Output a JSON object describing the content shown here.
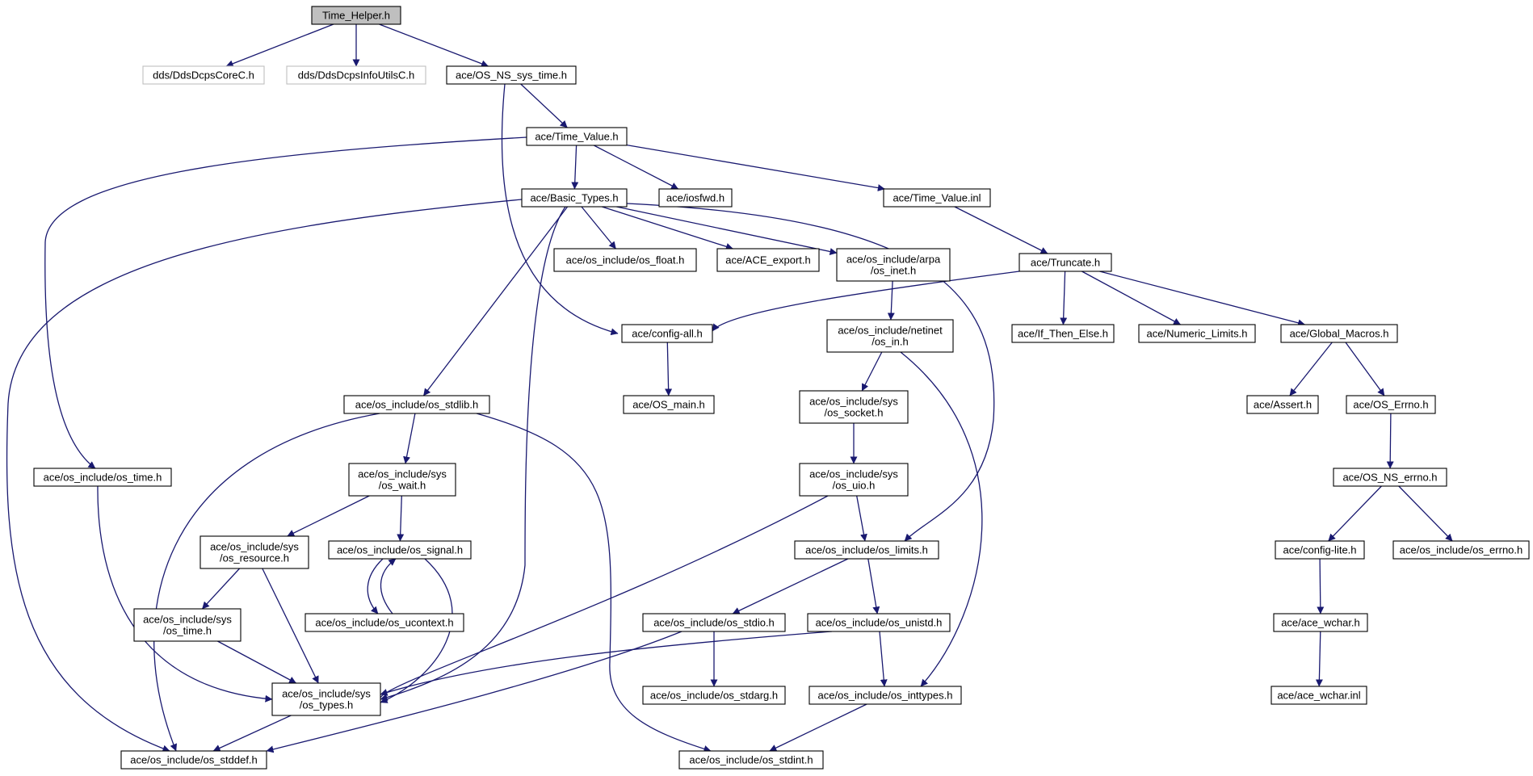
{
  "colors": {
    "edge": "#191970",
    "node_border": "#000000",
    "external_border": "#bfbfbf",
    "root_fill": "#bfbfbf",
    "background": "#ffffff"
  },
  "root": "Time_Helper.h",
  "nodes": {
    "time_helper": {
      "lines": [
        "Time_Helper.h"
      ],
      "kind": "root"
    },
    "dds_core": {
      "lines": [
        "dds/DdsDcpsCoreC.h"
      ],
      "kind": "external"
    },
    "dds_infoutils": {
      "lines": [
        "dds/DdsDcpsInfoUtilsC.h"
      ],
      "kind": "external"
    },
    "os_ns_sys_time": {
      "lines": [
        "ace/OS_NS_sys_time.h"
      ]
    },
    "time_value": {
      "lines": [
        "ace/Time_Value.h"
      ]
    },
    "basic_types": {
      "lines": [
        "ace/Basic_Types.h"
      ]
    },
    "iosfwd": {
      "lines": [
        "ace/iosfwd.h"
      ]
    },
    "time_value_inl": {
      "lines": [
        "ace/Time_Value.inl"
      ]
    },
    "os_float": {
      "lines": [
        "ace/os_include/os_float.h"
      ]
    },
    "ace_export": {
      "lines": [
        "ace/ACE_export.h"
      ]
    },
    "arpa_inet": {
      "lines": [
        "ace/os_include/arpa",
        "/os_inet.h"
      ]
    },
    "truncate": {
      "lines": [
        "ace/Truncate.h"
      ]
    },
    "config_all": {
      "lines": [
        "ace/config-all.h"
      ]
    },
    "netinet_in": {
      "lines": [
        "ace/os_include/netinet",
        "/os_in.h"
      ]
    },
    "if_then_else": {
      "lines": [
        "ace/If_Then_Else.h"
      ]
    },
    "numeric_limits": {
      "lines": [
        "ace/Numeric_Limits.h"
      ]
    },
    "global_macros": {
      "lines": [
        "ace/Global_Macros.h"
      ]
    },
    "os_stdlib": {
      "lines": [
        "ace/os_include/os_stdlib.h"
      ]
    },
    "os_main": {
      "lines": [
        "ace/OS_main.h"
      ]
    },
    "sys_socket": {
      "lines": [
        "ace/os_include/sys",
        "/os_socket.h"
      ]
    },
    "assert": {
      "lines": [
        "ace/Assert.h"
      ]
    },
    "os_errno_h": {
      "lines": [
        "ace/OS_Errno.h"
      ]
    },
    "os_time": {
      "lines": [
        "ace/os_include/os_time.h"
      ]
    },
    "sys_wait": {
      "lines": [
        "ace/os_include/sys",
        "/os_wait.h"
      ]
    },
    "sys_uio": {
      "lines": [
        "ace/os_include/sys",
        "/os_uio.h"
      ]
    },
    "os_ns_errno": {
      "lines": [
        "ace/OS_NS_errno.h"
      ]
    },
    "sys_resource": {
      "lines": [
        "ace/os_include/sys",
        "/os_resource.h"
      ]
    },
    "os_signal": {
      "lines": [
        "ace/os_include/os_signal.h"
      ]
    },
    "os_limits": {
      "lines": [
        "ace/os_include/os_limits.h"
      ]
    },
    "config_lite": {
      "lines": [
        "ace/config-lite.h"
      ]
    },
    "os_errno": {
      "lines": [
        "ace/os_include/os_errno.h"
      ]
    },
    "os_ucontext": {
      "lines": [
        "ace/os_include/os_ucontext.h"
      ]
    },
    "sys_time": {
      "lines": [
        "ace/os_include/sys",
        "/os_time.h"
      ]
    },
    "os_stdio": {
      "lines": [
        "ace/os_include/os_stdio.h"
      ]
    },
    "os_unistd": {
      "lines": [
        "ace/os_include/os_unistd.h"
      ]
    },
    "ace_wchar_h": {
      "lines": [
        "ace/ace_wchar.h"
      ]
    },
    "sys_types": {
      "lines": [
        "ace/os_include/sys",
        "/os_types.h"
      ]
    },
    "os_stdarg": {
      "lines": [
        "ace/os_include/os_stdarg.h"
      ]
    },
    "os_inttypes": {
      "lines": [
        "ace/os_include/os_inttypes.h"
      ]
    },
    "ace_wchar_inl": {
      "lines": [
        "ace/ace_wchar.inl"
      ]
    },
    "os_stddef": {
      "lines": [
        "ace/os_include/os_stddef.h"
      ]
    },
    "os_stdint": {
      "lines": [
        "ace/os_include/os_stdint.h"
      ]
    }
  },
  "edges": [
    [
      "time_helper",
      "dds_core"
    ],
    [
      "time_helper",
      "dds_infoutils"
    ],
    [
      "time_helper",
      "os_ns_sys_time"
    ],
    [
      "os_ns_sys_time",
      "time_value"
    ],
    [
      "os_ns_sys_time",
      "config_all"
    ],
    [
      "time_value",
      "basic_types"
    ],
    [
      "time_value",
      "iosfwd"
    ],
    [
      "time_value",
      "time_value_inl"
    ],
    [
      "time_value",
      "os_time"
    ],
    [
      "basic_types",
      "os_float"
    ],
    [
      "basic_types",
      "ace_export"
    ],
    [
      "basic_types",
      "arpa_inet"
    ],
    [
      "basic_types",
      "os_stdlib"
    ],
    [
      "basic_types",
      "sys_types"
    ],
    [
      "basic_types",
      "os_limits"
    ],
    [
      "basic_types",
      "os_stddef"
    ],
    [
      "time_value_inl",
      "truncate"
    ],
    [
      "truncate",
      "config_all"
    ],
    [
      "truncate",
      "if_then_else"
    ],
    [
      "truncate",
      "numeric_limits"
    ],
    [
      "truncate",
      "global_macros"
    ],
    [
      "arpa_inet",
      "netinet_in"
    ],
    [
      "netinet_in",
      "sys_socket"
    ],
    [
      "netinet_in",
      "os_inttypes"
    ],
    [
      "config_all",
      "os_main"
    ],
    [
      "global_macros",
      "assert"
    ],
    [
      "global_macros",
      "os_errno_h"
    ],
    [
      "os_errno_h",
      "os_ns_errno"
    ],
    [
      "os_ns_errno",
      "config_lite"
    ],
    [
      "os_ns_errno",
      "os_errno"
    ],
    [
      "config_lite",
      "ace_wchar_h"
    ],
    [
      "ace_wchar_h",
      "ace_wchar_inl"
    ],
    [
      "sys_socket",
      "sys_uio"
    ],
    [
      "sys_uio",
      "os_limits"
    ],
    [
      "sys_uio",
      "sys_types"
    ],
    [
      "os_stdlib",
      "sys_wait"
    ],
    [
      "os_stdlib",
      "os_stddef"
    ],
    [
      "os_stdlib",
      "os_stdint"
    ],
    [
      "sys_wait",
      "sys_resource"
    ],
    [
      "sys_wait",
      "os_signal"
    ],
    [
      "sys_resource",
      "sys_time"
    ],
    [
      "sys_resource",
      "sys_types"
    ],
    [
      "os_signal",
      "os_ucontext"
    ],
    [
      "os_ucontext",
      "os_signal"
    ],
    [
      "os_signal",
      "sys_types"
    ],
    [
      "sys_time",
      "sys_types"
    ],
    [
      "os_time",
      "sys_types"
    ],
    [
      "sys_types",
      "os_stddef"
    ],
    [
      "os_limits",
      "os_stdio"
    ],
    [
      "os_limits",
      "os_unistd"
    ],
    [
      "os_stdio",
      "os_stdarg"
    ],
    [
      "os_stdio",
      "os_stddef"
    ],
    [
      "os_unistd",
      "sys_types"
    ],
    [
      "os_unistd",
      "os_inttypes"
    ],
    [
      "os_inttypes",
      "os_stdint"
    ]
  ]
}
